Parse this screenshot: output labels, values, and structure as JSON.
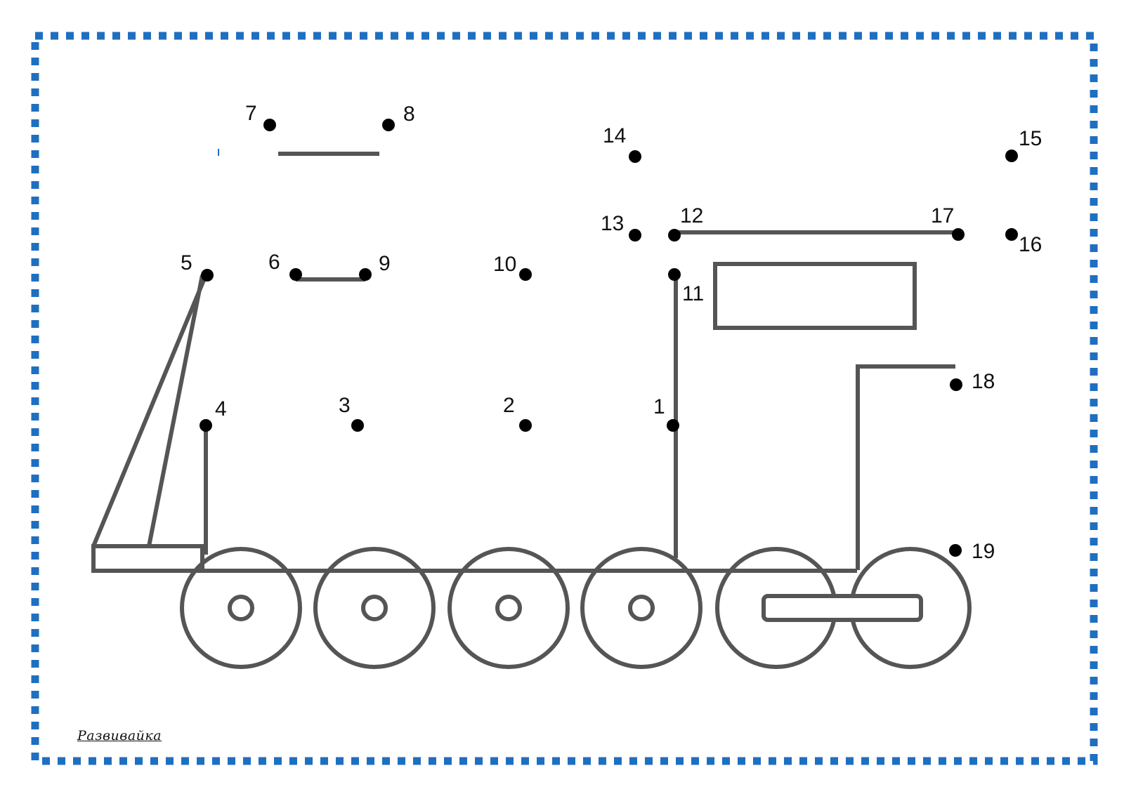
{
  "worksheet": {
    "brand_label": "Развивайка",
    "border_color": "#1f6fc1",
    "line_color": "#555555",
    "dot_color": "#000000"
  },
  "dots": [
    {
      "n": "1"
    },
    {
      "n": "2"
    },
    {
      "n": "3"
    },
    {
      "n": "4"
    },
    {
      "n": "5"
    },
    {
      "n": "6"
    },
    {
      "n": "7"
    },
    {
      "n": "8"
    },
    {
      "n": "9"
    },
    {
      "n": "10"
    },
    {
      "n": "11"
    },
    {
      "n": "12"
    },
    {
      "n": "13"
    },
    {
      "n": "14"
    },
    {
      "n": "15"
    },
    {
      "n": "16"
    },
    {
      "n": "17"
    },
    {
      "n": "18"
    },
    {
      "n": "19"
    }
  ]
}
